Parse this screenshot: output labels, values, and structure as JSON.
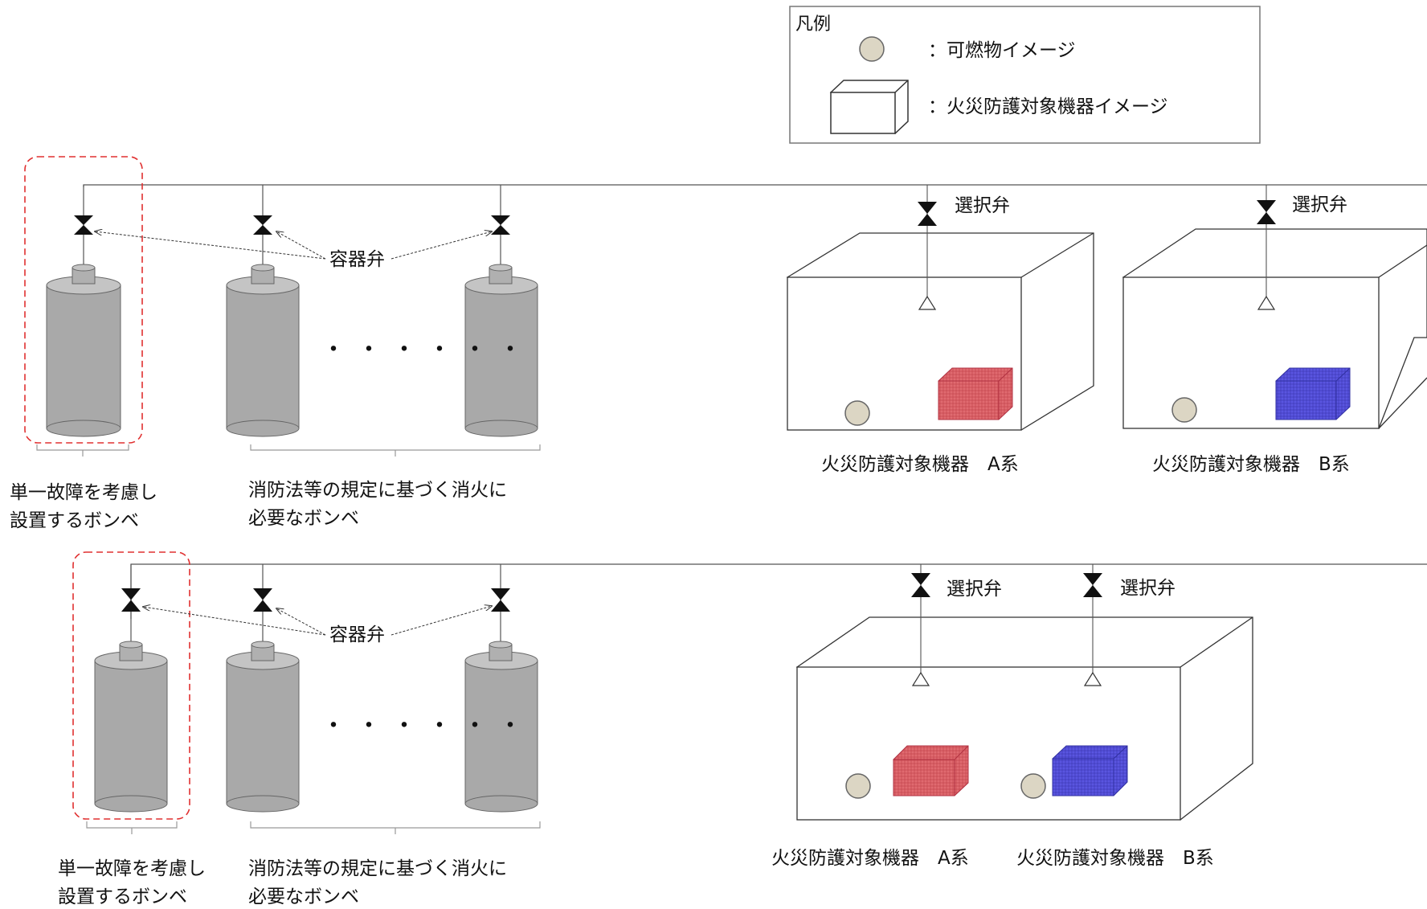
{
  "legend": {
    "title": "凡例",
    "combustible": "：可燃物イメージ",
    "equipment": "：火災防護対象機器イメージ"
  },
  "colors": {
    "cylinder": "#a9a9a9",
    "cylinder_top": "#c4c4c4",
    "equip_a": "#e06a70",
    "equip_b": "#5a55e0",
    "highlight": "#e03030"
  },
  "icons": {
    "valve": "bowtie-valve-icon",
    "nozzle": "triangle-nozzle-icon",
    "combustible": "circle-combustible-icon"
  },
  "top": {
    "container_valve_label": "容器弁",
    "selector_valve_a": "選択弁",
    "selector_valve_b": "選択弁",
    "ellipsis": "・・・・・・",
    "single_failure_line1": "単一故障を考慮し",
    "single_failure_line2": "設置するボンベ",
    "regulation_line1": "消防法等の規定に基づく消火に",
    "regulation_line2": "必要なボンベ",
    "room_a_label": "火災防護対象機器　A系",
    "room_b_label": "火災防護対象機器　B系"
  },
  "bottom": {
    "container_valve_label": "容器弁",
    "selector_valve_a": "選択弁",
    "selector_valve_b": "選択弁",
    "ellipsis": "・・・・・・",
    "single_failure_line1": "単一故障を考慮し",
    "single_failure_line2": "設置するボンベ",
    "regulation_line1": "消防法等の規定に基づく消火に",
    "regulation_line2": "必要なボンベ",
    "room_a_label": "火災防護対象機器　A系",
    "room_b_label": "火災防護対象機器　B系"
  }
}
